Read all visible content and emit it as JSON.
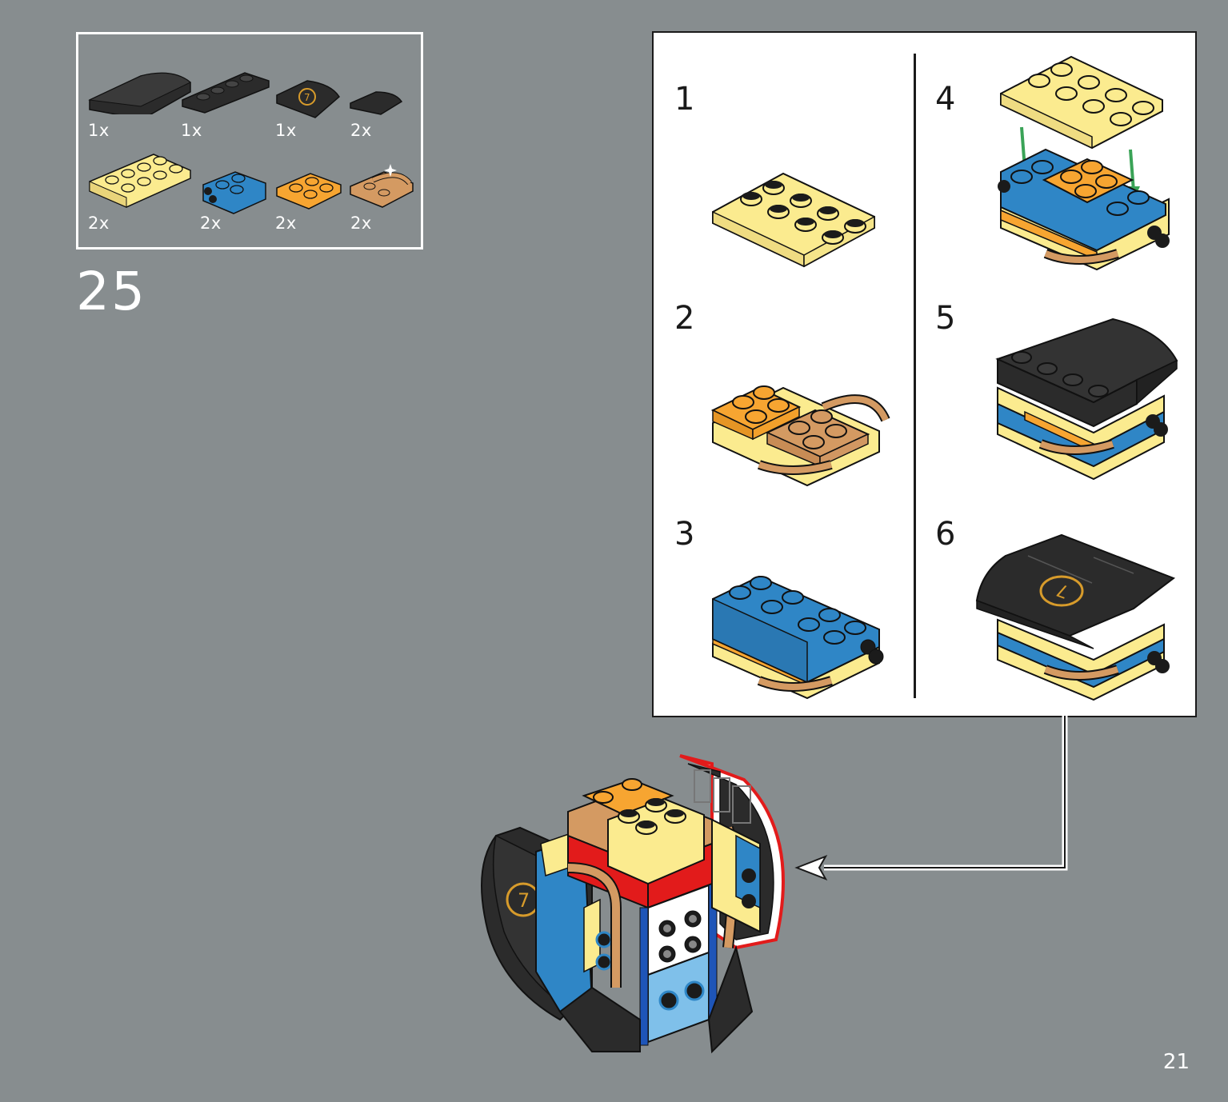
{
  "parts_list": {
    "items": [
      {
        "name": "black-curved-slope-2x4",
        "qty": "1x"
      },
      {
        "name": "black-plate-1x4-offset",
        "qty": "1x"
      },
      {
        "name": "black-curved-tile-printed-7",
        "qty": "1x"
      },
      {
        "name": "black-curved-slope-1x2",
        "qty": "2x"
      },
      {
        "name": "bright-light-yellow-plate-2x4",
        "qty": "2x"
      },
      {
        "name": "blue-brick-2x2-side-studs",
        "qty": "2x"
      },
      {
        "name": "orange-plate-2x2",
        "qty": "2x"
      },
      {
        "name": "medium-nougat-plate-2x2-bar-handle",
        "qty": "2x"
      }
    ]
  },
  "step": {
    "number": "25"
  },
  "callout": {
    "substeps": [
      {
        "number": "1"
      },
      {
        "number": "2"
      },
      {
        "number": "3"
      },
      {
        "number": "4"
      },
      {
        "number": "5"
      },
      {
        "number": "6"
      }
    ]
  },
  "colors": {
    "background": "#878d8f",
    "black_part": "#2b2b2b",
    "light_yellow": "#fbeb8f",
    "blue": "#2f86c6",
    "orange": "#f7a531",
    "nougat": "#d49a62",
    "red": "#e21b1b",
    "arrow_green": "#3aa357"
  },
  "page": {
    "number": "21"
  }
}
